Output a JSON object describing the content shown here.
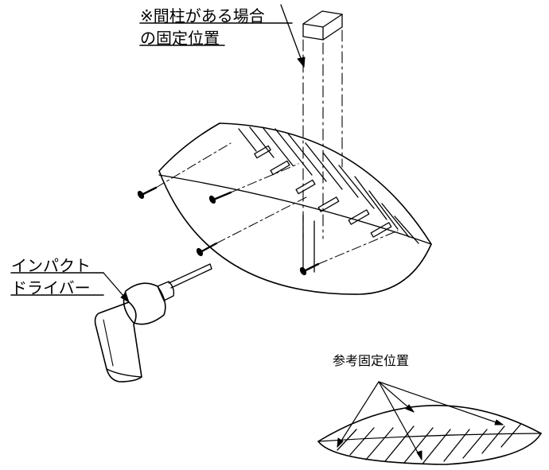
{
  "labels": {
    "stud_note_line1": "※間柱がある場合",
    "stud_note_line2": "の固定位置",
    "driver_line1": "インパクト",
    "driver_line2": "ドライバー",
    "reference_title": "参考固定位置"
  },
  "colors": {
    "line": "#000000",
    "background": "#ffffff"
  }
}
